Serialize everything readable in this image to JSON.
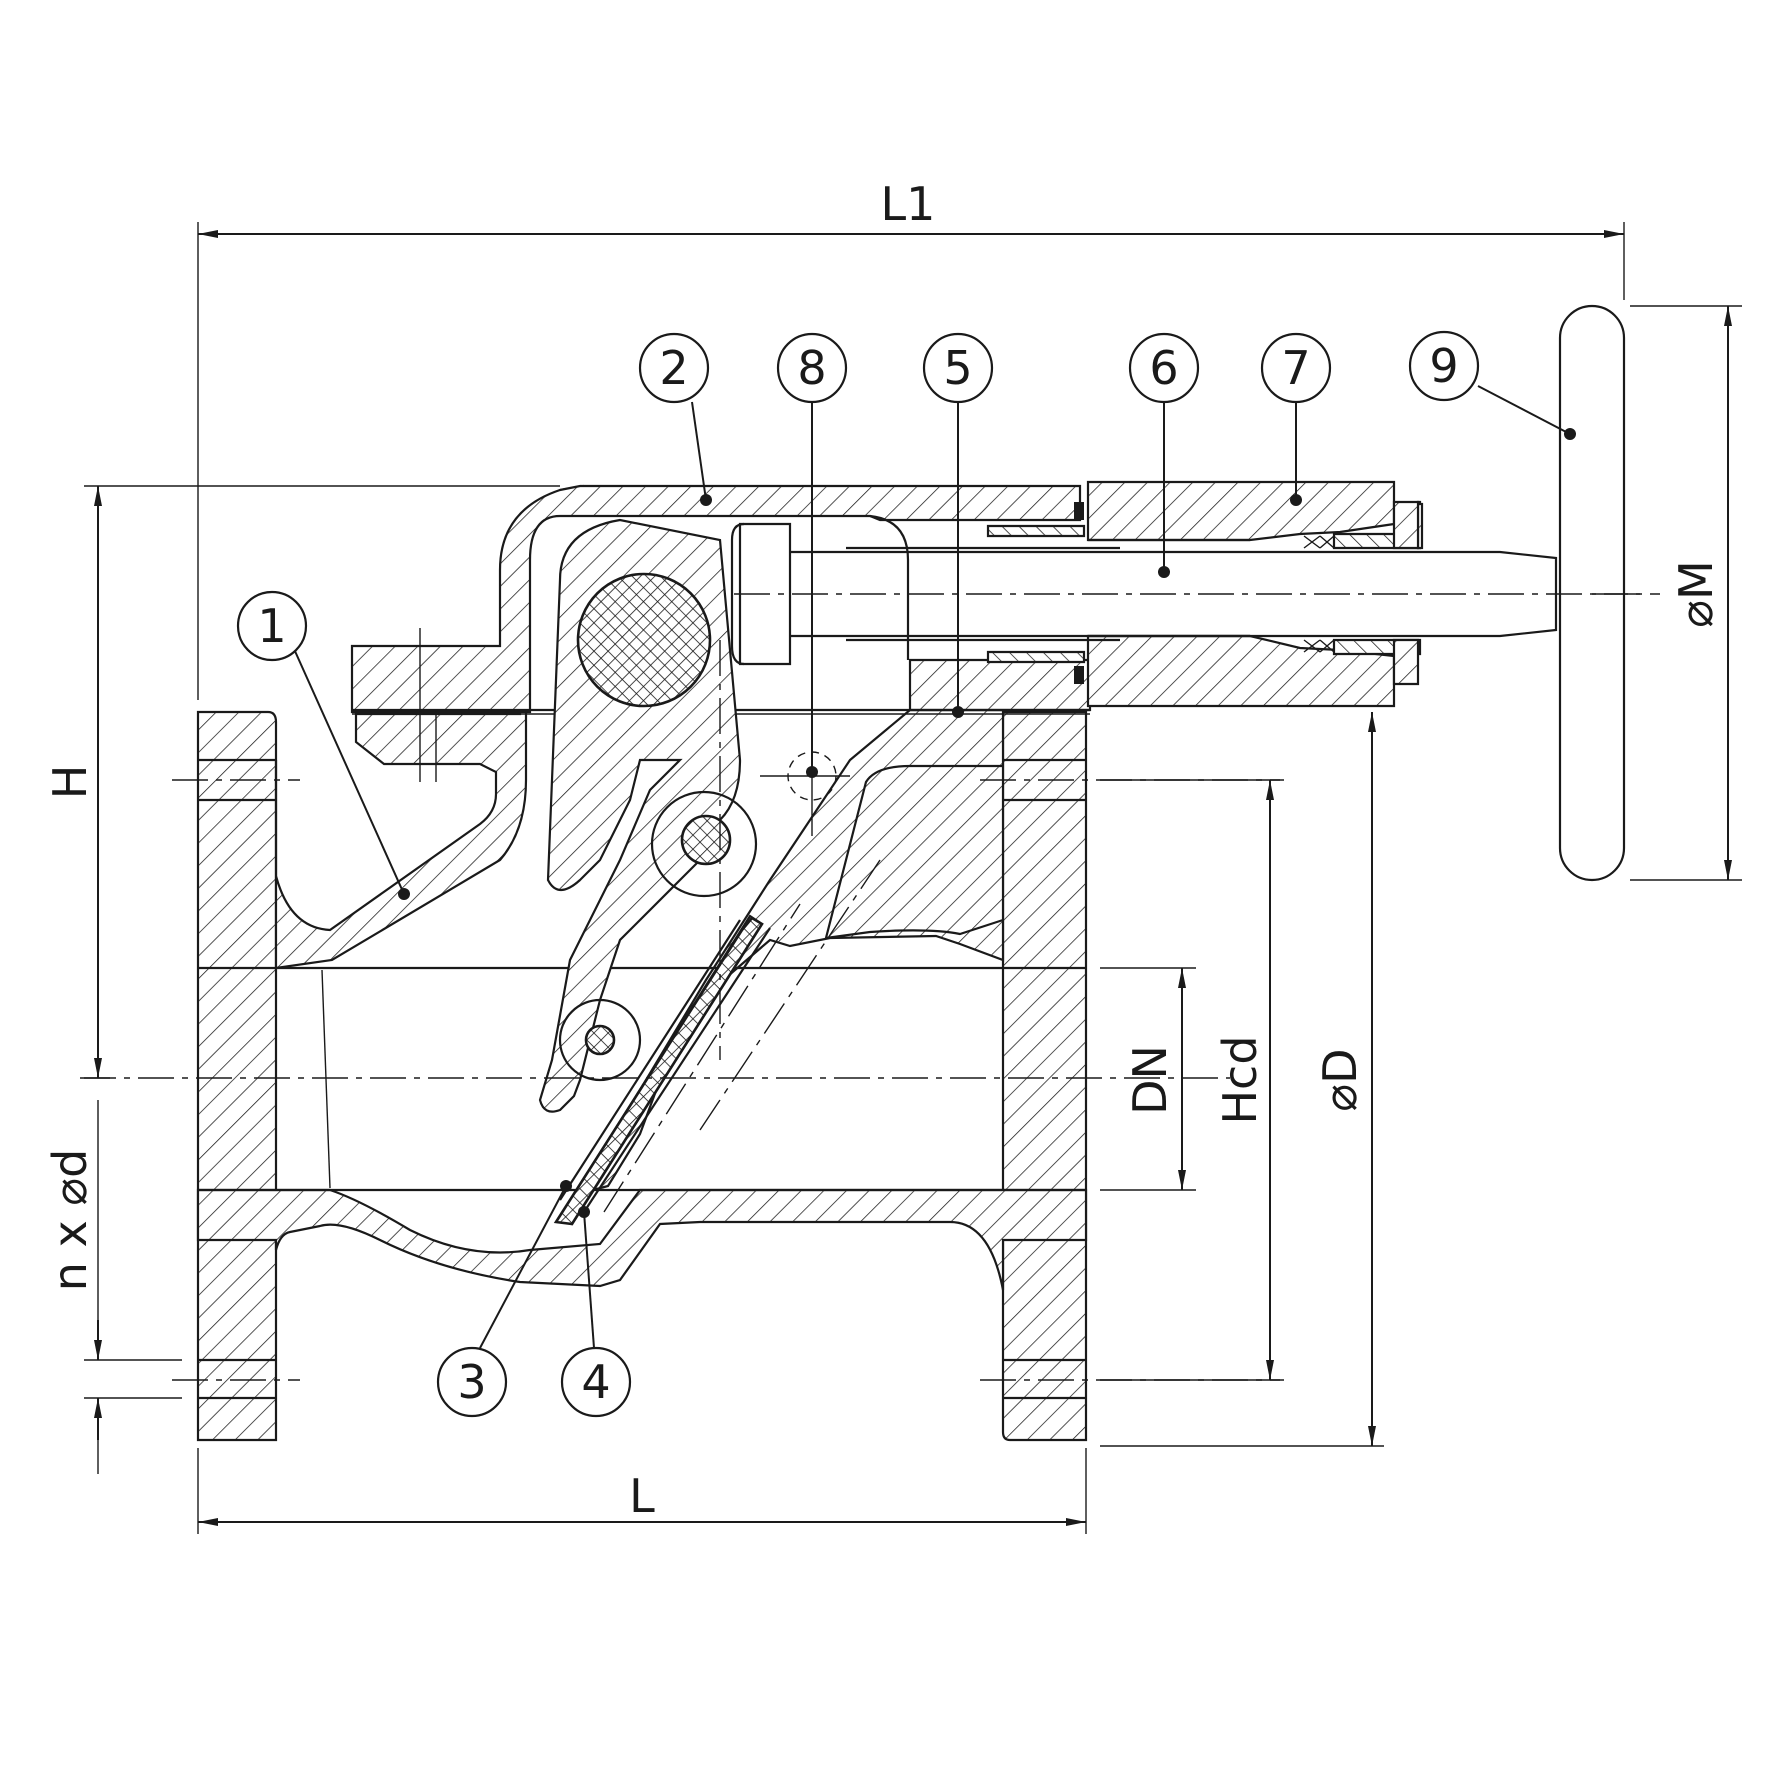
{
  "dimensions": {
    "L1": "L1",
    "L": "L",
    "H": "H",
    "nxd": "n x ⌀d",
    "DN": "DN",
    "Hcd": "Hcd",
    "D": "⌀D",
    "M": "⌀M"
  },
  "balloons": [
    "1",
    "2",
    "3",
    "4",
    "5",
    "6",
    "7",
    "8",
    "9"
  ]
}
